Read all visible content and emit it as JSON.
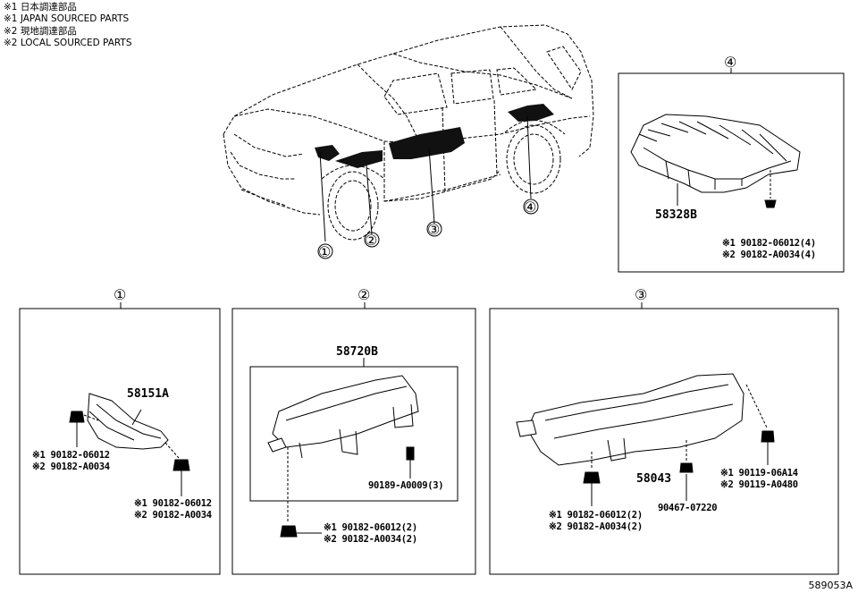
{
  "legend": {
    "line1": "※1 日本調達部品",
    "line2": "※1 JAPAN SOURCED PARTS",
    "line3": "※2 現地調達部品",
    "line4": "※2 LOCAL SOURCED PARTS"
  },
  "callouts": {
    "c1": "①",
    "c2": "②",
    "c3": "③",
    "c4": "④"
  },
  "panel4": {
    "header": "④",
    "part": "58328B",
    "note1": "※1 90182-06012(4)",
    "note2": "※2 90182-A0034(4)"
  },
  "panel1": {
    "header": "①",
    "part": "58151A",
    "note_a1": "※1 90182-06012",
    "note_a2": "※2 90182-A0034",
    "note_b1": "※1 90182-06012",
    "note_b2": "※2 90182-A0034"
  },
  "panel2": {
    "header": "②",
    "part": "58720B",
    "clip": "90189-A0009(3)",
    "note1": "※1 90182-06012(2)",
    "note2": "※2 90182-A0034(2)"
  },
  "panel3": {
    "header": "③",
    "part": "58043",
    "note_a1": "※1 90182-06012(2)",
    "note_a2": "※2 90182-A0034(2)",
    "nut": "90467-07220",
    "note_b1": "※1 90119-06A14",
    "note_b2": "※2 90119-A0480"
  },
  "diagram_code": "589053A"
}
